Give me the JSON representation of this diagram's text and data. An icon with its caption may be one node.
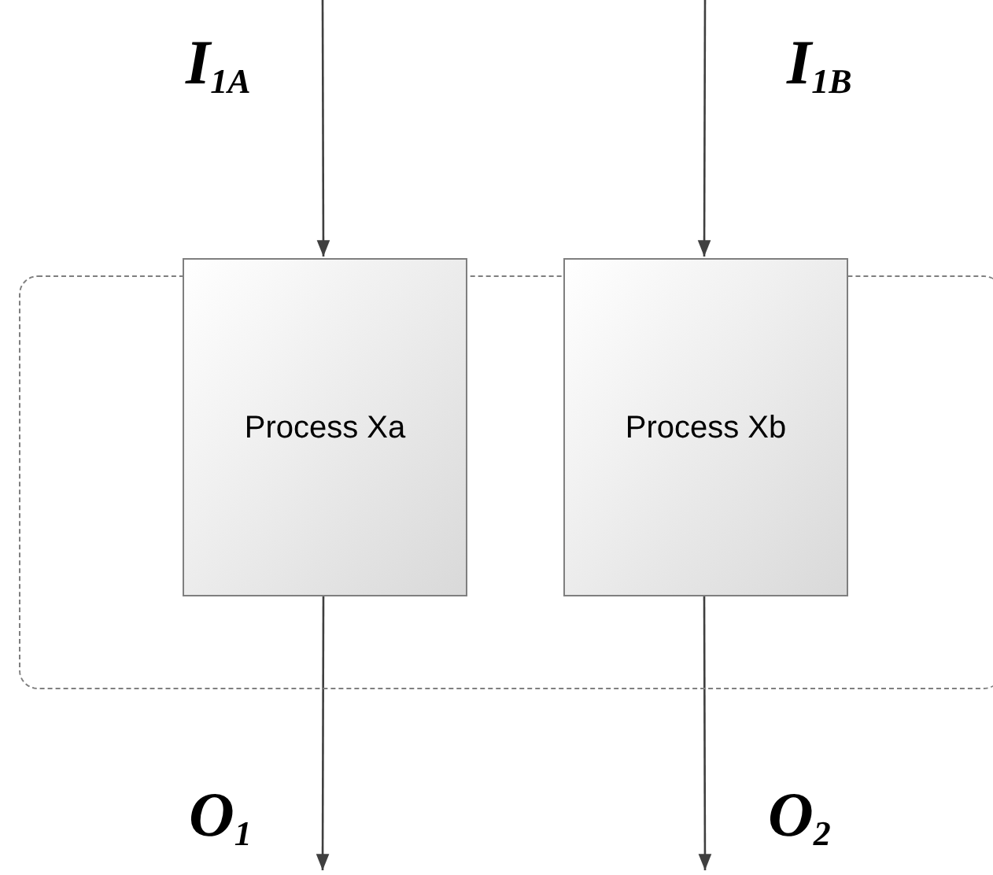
{
  "diagram": {
    "nodes": [
      {
        "text": [],
        "shape": "box"
      },
      {
        "text": [
          "Process Xa"
        ],
        "in": 0
      },
      {
        "text": [
          "Process Xb"
        ],
        "in": 0
      }
    ],
    "edges": [
      {
        "from": null,
        "to": 1,
        "arrow": "to",
        "label": "I$_{1A}$"
      },
      {
        "from": null,
        "to": 2,
        "arrow": "to",
        "label": "I$_{1B}$"
      },
      {
        "from": 1,
        "to": null,
        "arrow": "to",
        "label": "O$_{1}$"
      },
      {
        "from": 2,
        "to": null,
        "arrow": "to",
        "label": "O$_{2}$"
      }
    ]
  }
}
